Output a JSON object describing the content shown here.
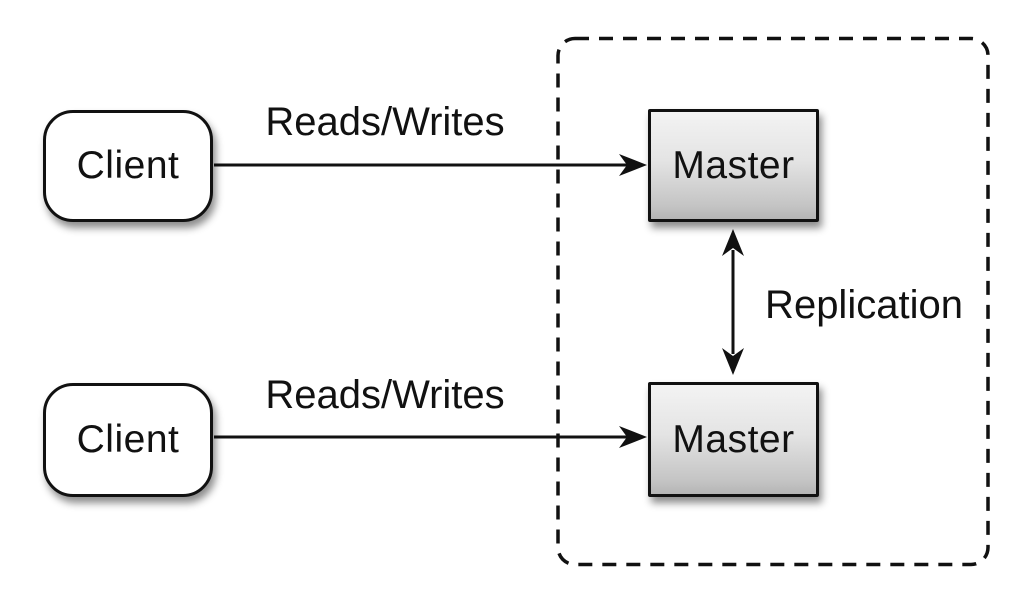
{
  "diagram": {
    "nodes": {
      "client1": {
        "label": "Client"
      },
      "client2": {
        "label": "Client"
      },
      "master1": {
        "label": "Master"
      },
      "master2": {
        "label": "Master"
      }
    },
    "edges": {
      "reads_writes_top": {
        "label": "Reads/Writes"
      },
      "reads_writes_bottom": {
        "label": "Reads/Writes"
      },
      "replication": {
        "label": "Replication"
      }
    },
    "colors": {
      "background": "#ffffff",
      "stroke": "#111111",
      "text": "#111111",
      "client_fill": "#ffffff",
      "master_fill_top": "#f3f3f3",
      "master_fill_bottom": "#b5b5b5",
      "boundary_dash": "#111111"
    }
  }
}
